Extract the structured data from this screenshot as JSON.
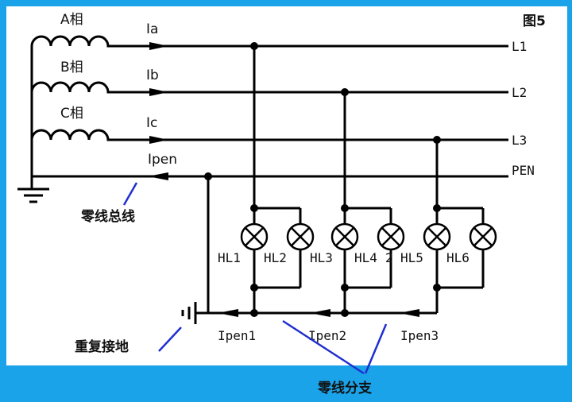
{
  "figure_label": "图5",
  "phases": {
    "a": {
      "coil_label": "A相",
      "current": "Ia",
      "line": "L1"
    },
    "b": {
      "coil_label": "B相",
      "current": "Ib",
      "line": "L2"
    },
    "c": {
      "coil_label": "C相",
      "current": "Ic",
      "line": "L3"
    },
    "pen": {
      "current": "Ipen",
      "line": "PEN"
    }
  },
  "lamps": [
    "HL1",
    "HL2",
    "HL3",
    "HL4",
    "HL5",
    "HL6"
  ],
  "lamp_stray_char": "2",
  "branch_currents": [
    "Ipen1",
    "Ipen2",
    "Ipen3"
  ],
  "annotations": {
    "neutral_bus": "零线总线",
    "repeated_ground": "重复接地",
    "neutral_branch": "零线分支"
  },
  "colors": {
    "background": "#1aa3e8",
    "canvas": "#ffffff",
    "wire": "#000000",
    "arrow_callout": "#1f2fd0"
  }
}
